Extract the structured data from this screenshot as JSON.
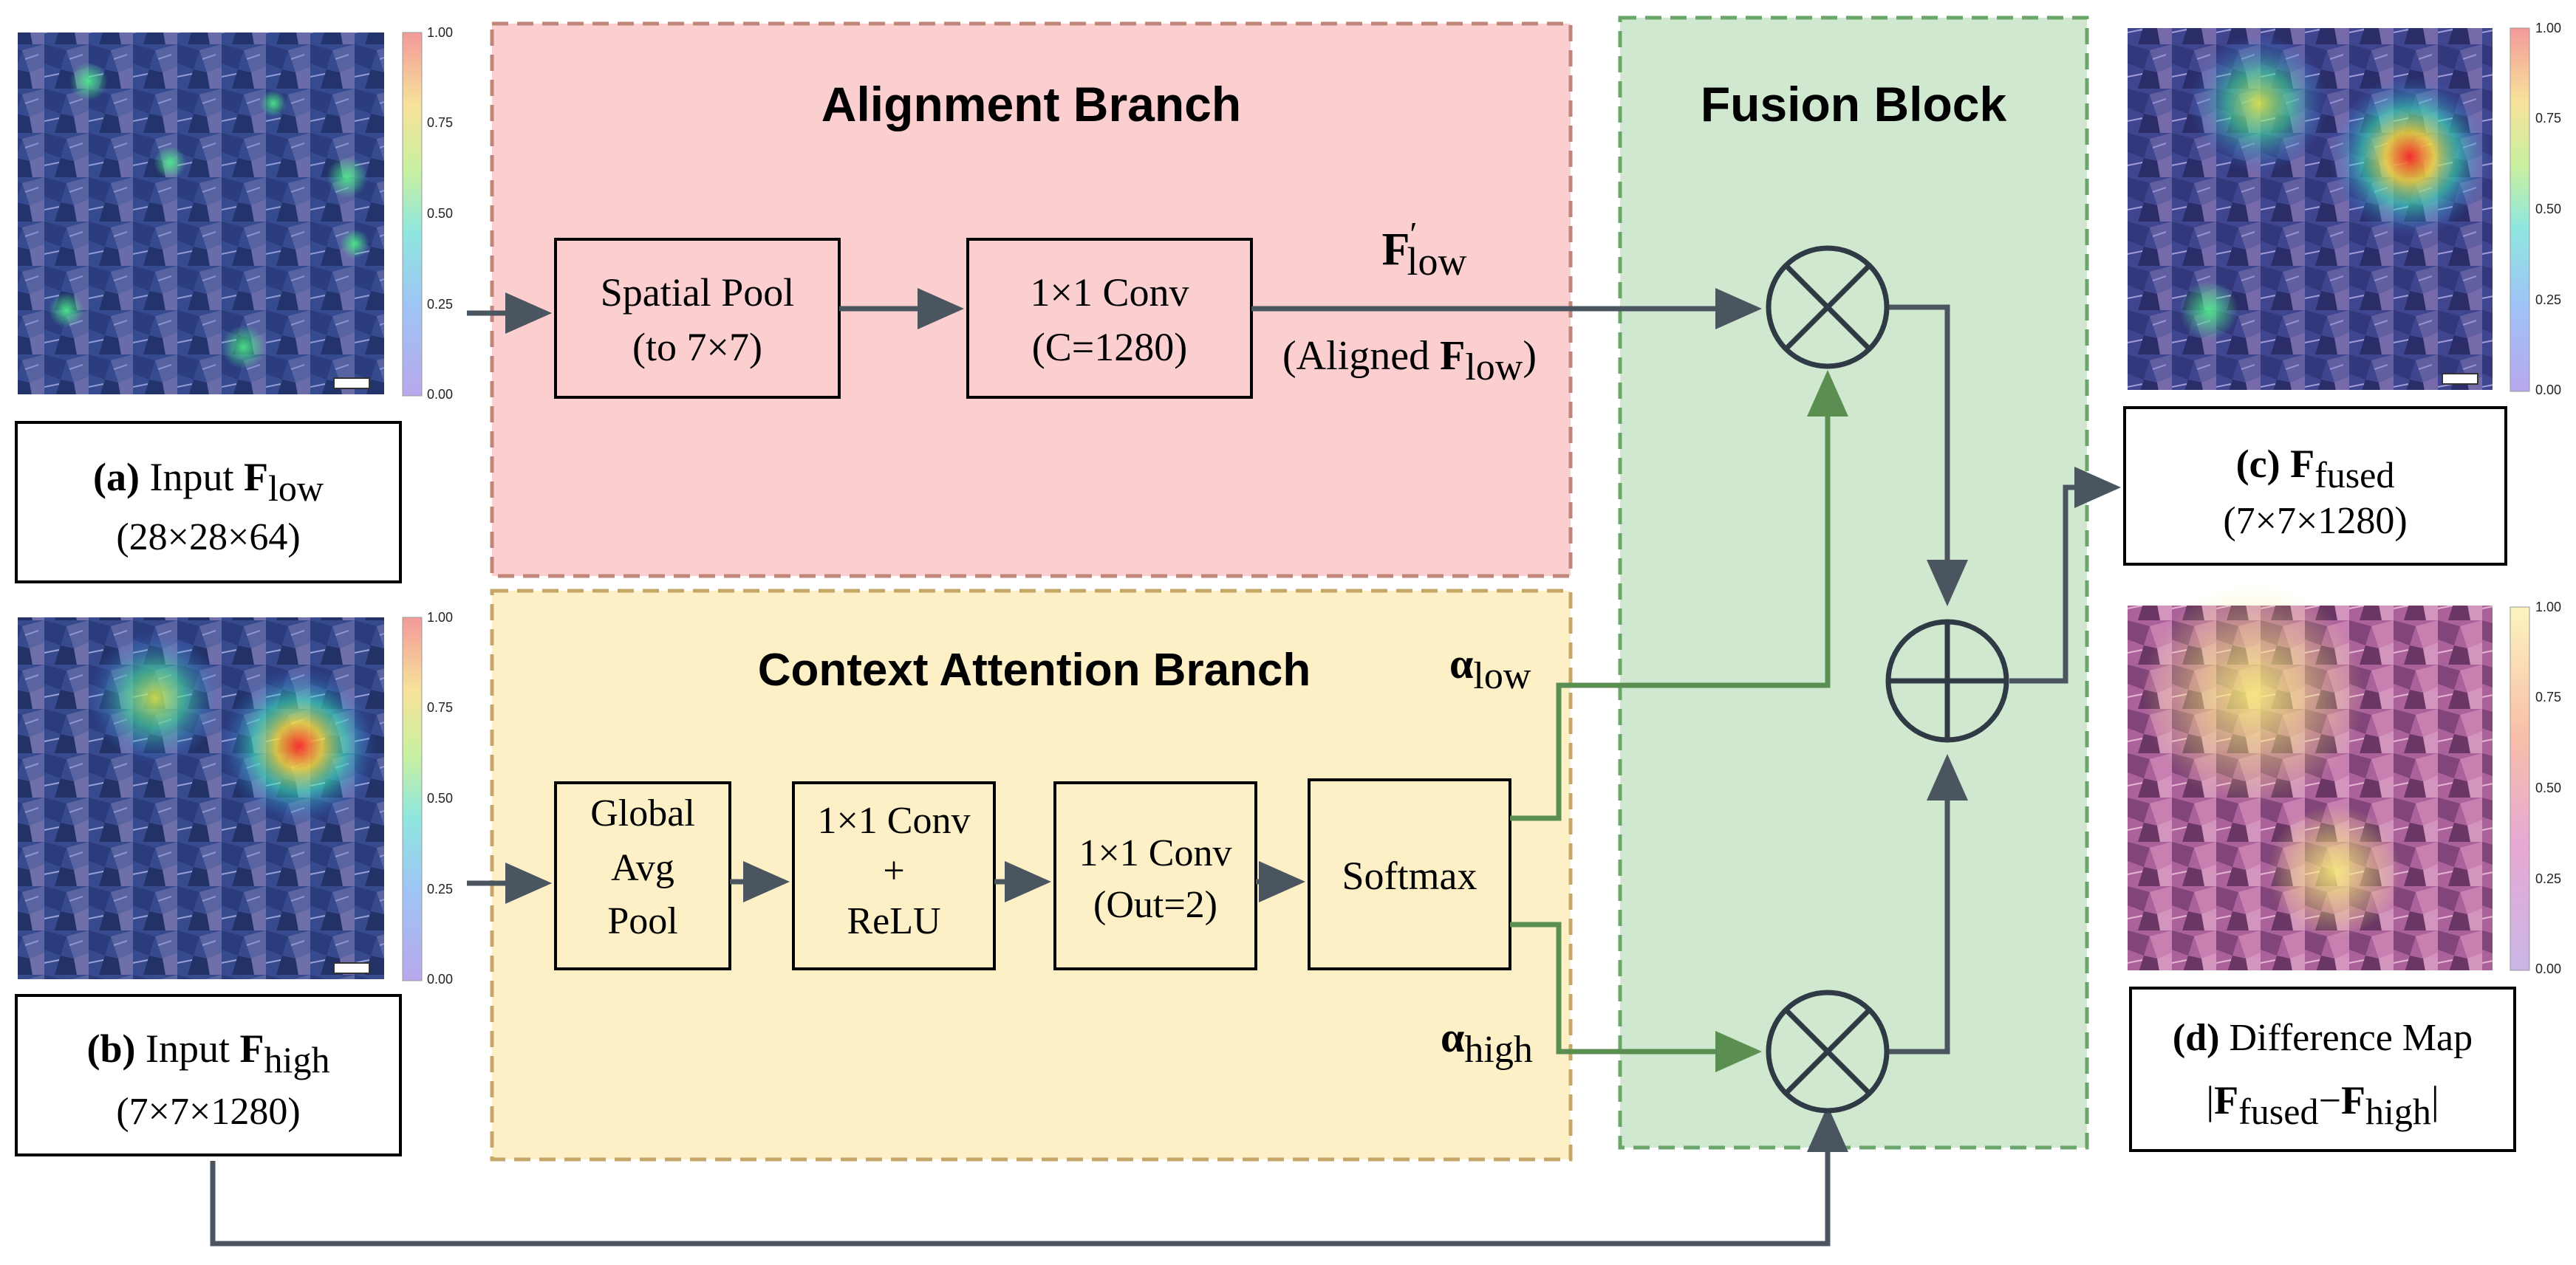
{
  "colors": {
    "alignment_bg": "#fbcfcf",
    "alignment_border": "#c0867a",
    "context_bg": "#fdefc6",
    "context_border": "#c6a76a",
    "fusion_bg": "#cfe8cf",
    "fusion_border": "#6aa56a",
    "arrow_dark": "#4a5560",
    "arrow_green": "#5b8f52",
    "circle_stroke": "#2f3a45"
  },
  "alignment": {
    "title": "Alignment Branch",
    "box1_line1": "Spatial Pool",
    "box1_line2": "(to 7×7)",
    "box2_line1": "1×1 Conv",
    "box2_line2": "(C=1280)",
    "out_var": "F",
    "out_prime": "′",
    "out_sub": "low",
    "aligned_prefix": "(Aligned ",
    "aligned_var": "F",
    "aligned_sub": "low",
    "aligned_suffix": ")"
  },
  "context": {
    "title": "Context Attention Branch",
    "gap_line1": "Global",
    "gap_line2": "Avg",
    "gap_line3": "Pool",
    "conv1_line1": "1×1 Conv",
    "conv1_line2": "+",
    "conv1_line3": "ReLU",
    "conv2_line1": "1×1 Conv",
    "conv2_line2": "(Out=2)",
    "softmax": "Softmax",
    "alpha_low_symbol": "α",
    "alpha_low_sub": "low",
    "alpha_high_symbol": "α",
    "alpha_high_sub": "high"
  },
  "fusion": {
    "title": "Fusion Block",
    "multiply_symbol": "multiply-icon",
    "add_symbol": "plus-icon"
  },
  "panels": {
    "a": {
      "tag": "(a)",
      "text": " Input ",
      "var": "F",
      "sub": "low",
      "dims": "(28×28×64)"
    },
    "b": {
      "tag": "(b)",
      "text": " Input ",
      "var": "F",
      "sub": "high",
      "dims": "(7×7×1280)"
    },
    "c": {
      "tag": "(c)",
      "text": " ",
      "var": "F",
      "sub": "fused",
      "dims": "(7×7×1280)"
    },
    "d": {
      "tag": "(d)",
      "text": " Difference Map",
      "bar": "|",
      "var1": "F",
      "sub1": "fused",
      "minus": "−",
      "var2": "F",
      "sub2": "high",
      "bar_end": "|"
    }
  },
  "colorbar": {
    "ticks": [
      "1.00",
      "0.75",
      "0.50",
      "0.25",
      "0.00"
    ]
  }
}
